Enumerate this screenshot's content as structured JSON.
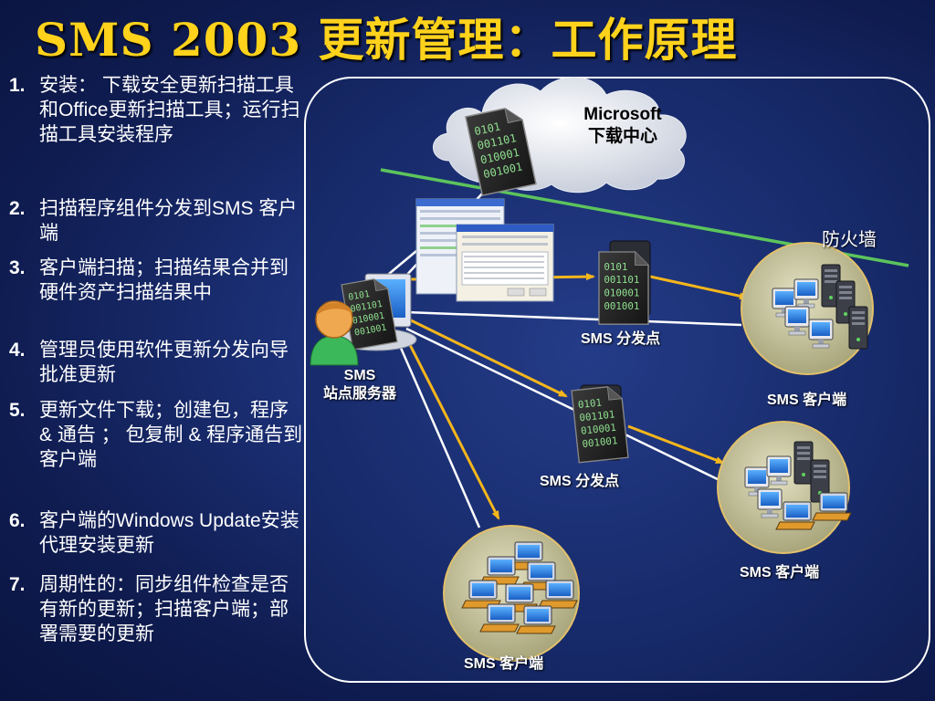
{
  "title": "SMS 2003 更新管理：工作原理",
  "steps": [
    {
      "num": "1.",
      "text": "安装： 下载安全更新扫描工具和Office更新扫描工具；运行扫描工具安装程序"
    },
    {
      "num": "2.",
      "text": "扫描程序组件分发到SMS 客户端"
    },
    {
      "num": "3.",
      "text": "客户端扫描；扫描结果合并到硬件资产扫描结果中"
    },
    {
      "num": "4.",
      "text": "管理员使用软件更新分发向导批准更新"
    },
    {
      "num": "5.",
      "text": "更新文件下载；创建包，程序 & 通告 ； 包复制 & 程序通告到客户端"
    },
    {
      "num": "6.",
      "text": "客户端的Windows Update安装代理安装更新"
    },
    {
      "num": "7.",
      "text": "周期性的：同步组件检查是否有新的更新；扫描客户端；部署需要的更新"
    }
  ],
  "diagram": {
    "cloud_label_1": "Microsoft",
    "cloud_label_2": "下载中心",
    "firewall_label": "防火墙",
    "site_server_label_1": "SMS",
    "site_server_label_2": "站点服务器",
    "distribution_point_1": "SMS 分发点",
    "distribution_point_2": "SMS 分发点",
    "client_1": "SMS 客户端",
    "client_2": "SMS 客户端",
    "client_3": "SMS 客户端"
  },
  "colors": {
    "title": "#ffd21c",
    "arrow": "#f5b61c",
    "firewall_line": "#5cc45c",
    "link_line": "#ffffff",
    "client_disc": "#c9c7a2"
  }
}
